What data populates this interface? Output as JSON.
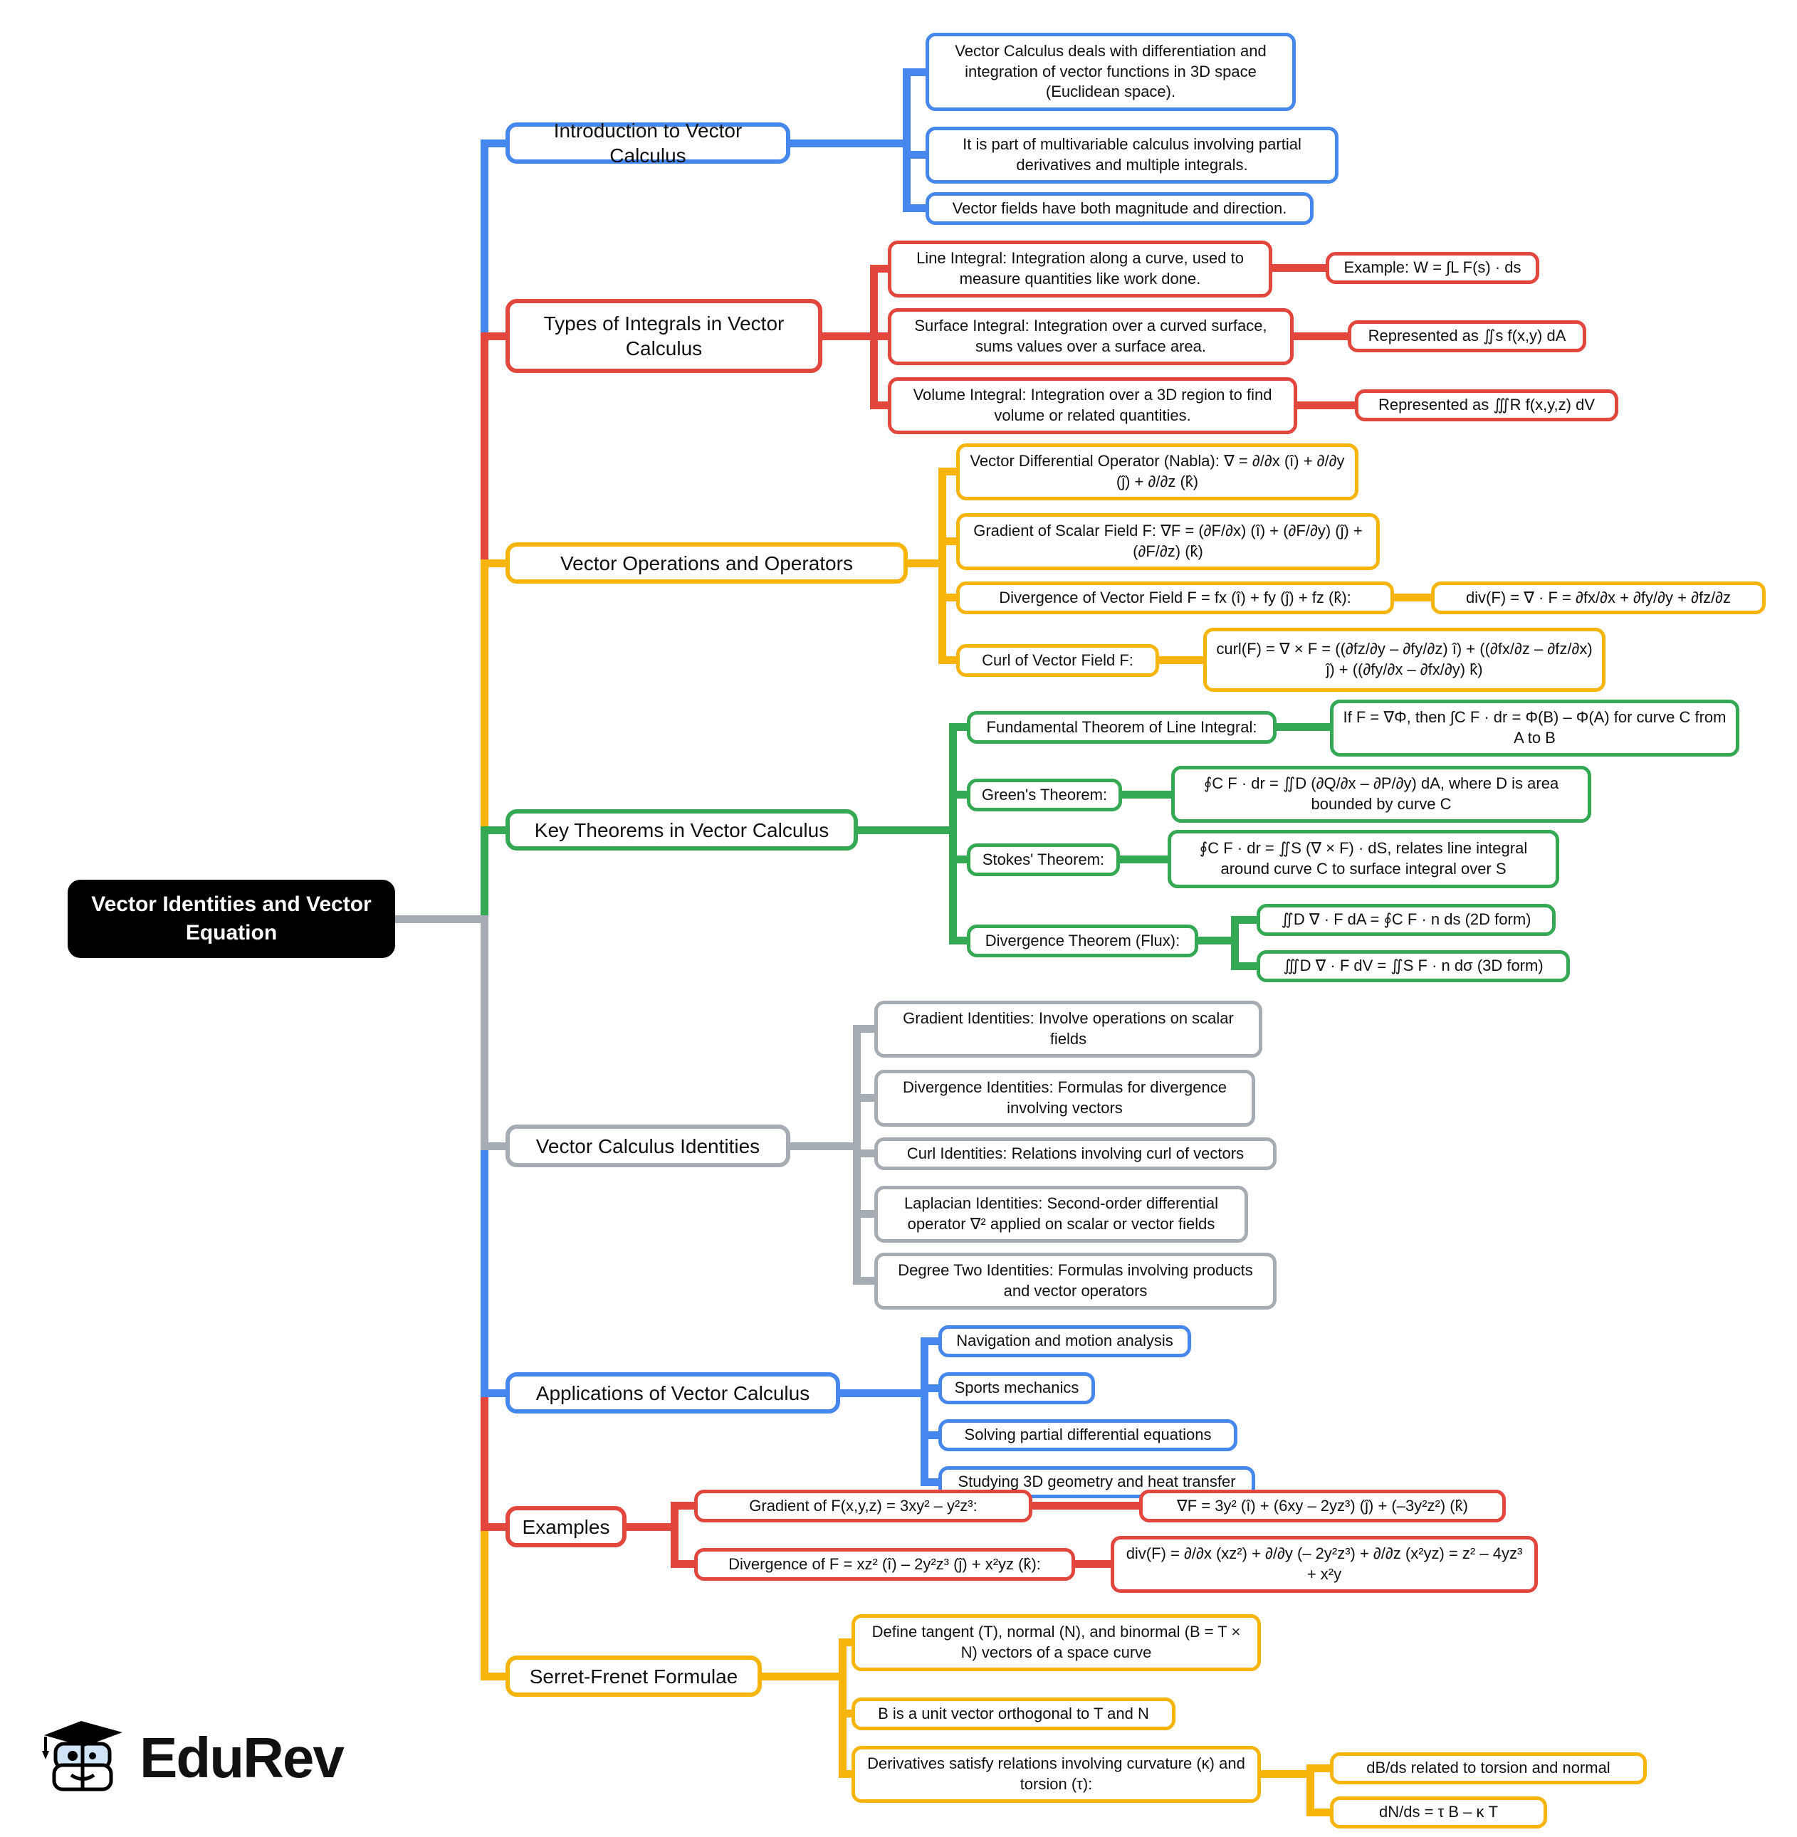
{
  "root": {
    "label": "Vector Identities and Vector Equation"
  },
  "colors": {
    "blue": "#4687EE",
    "red": "#E2463C",
    "yellow": "#F7B50C",
    "green": "#35A853",
    "gray": "#A6ACB4",
    "root_bg": "#000000",
    "node_bg": "#FFFFFF"
  },
  "branches": [
    {
      "label": "Introduction to Vector Calculus",
      "color": "blue",
      "children": [
        {
          "text": "Vector Calculus deals with differentiation and integration of vector functions in 3D space (Euclidean space)."
        },
        {
          "text": "It is part of multivariable calculus involving partial derivatives and multiple integrals."
        },
        {
          "text": "Vector fields have both magnitude and direction."
        }
      ]
    },
    {
      "label": "Types of Integrals in Vector Calculus",
      "color": "red",
      "children": [
        {
          "text": "Line Integral: Integration along a curve, used to measure quantities like work done.",
          "subs": [
            "Example: W = ∫L F(s) · ds"
          ]
        },
        {
          "text": "Surface Integral: Integration over a curved surface, sums values over a surface area.",
          "subs": [
            "Represented as ∬s f(x,y) dA"
          ]
        },
        {
          "text": "Volume Integral: Integration over a 3D region to find volume or related quantities.",
          "subs": [
            "Represented as ∭R f(x,y,z) dV"
          ]
        }
      ]
    },
    {
      "label": "Vector Operations and Operators",
      "color": "yellow",
      "children": [
        {
          "text": "Vector Differential Operator (Nabla): ∇ = ∂/∂x (î) + ∂/∂y (ĵ) + ∂/∂z (k̂)"
        },
        {
          "text": "Gradient of Scalar Field F: ∇F = (∂F/∂x) (î) + (∂F/∂y) (ĵ) + (∂F/∂z) (k̂)"
        },
        {
          "text": "Divergence of Vector Field F = fx (î) + fy (ĵ) + fz (k̂):",
          "subs": [
            "div(F) = ∇ · F = ∂fx/∂x + ∂fy/∂y + ∂fz/∂z"
          ]
        },
        {
          "text": "Curl of Vector Field F:",
          "subs": [
            "curl(F) = ∇ × F = ((∂fz/∂y – ∂fy/∂z) î) + ((∂fx/∂z – ∂fz/∂x) ĵ) + ((∂fy/∂x – ∂fx/∂y) k̂)"
          ]
        }
      ]
    },
    {
      "label": "Key Theorems in Vector Calculus",
      "color": "green",
      "children": [
        {
          "text": "Fundamental Theorem of Line Integral:",
          "subs": [
            "If F = ∇Φ, then ∫C F · dr = Φ(B) – Φ(A) for curve C from A to B"
          ]
        },
        {
          "text": "Green's Theorem:",
          "subs": [
            "∮C F · dr = ∬D (∂Q/∂x – ∂P/∂y) dA, where D is area bounded by curve C"
          ]
        },
        {
          "text": "Stokes' Theorem:",
          "subs": [
            "∮C F · dr = ∬S (∇ × F) · dS, relates line integral around curve C to surface integral over S"
          ]
        },
        {
          "text": "Divergence Theorem (Flux):",
          "subs": [
            "∬D ∇ · F dA = ∮C F · n ds (2D form)",
            "∭D ∇ · F dV = ∬S F · n dσ (3D form)"
          ]
        }
      ]
    },
    {
      "label": "Vector Calculus Identities",
      "color": "gray",
      "children": [
        {
          "text": "Gradient Identities: Involve operations on scalar fields"
        },
        {
          "text": "Divergence Identities: Formulas for divergence involving vectors"
        },
        {
          "text": "Curl Identities: Relations involving curl of vectors"
        },
        {
          "text": "Laplacian Identities: Second-order differential operator ∇² applied on scalar or vector fields"
        },
        {
          "text": "Degree Two Identities: Formulas involving products and vector operators"
        }
      ]
    },
    {
      "label": "Applications of Vector Calculus",
      "color": "blue",
      "children": [
        {
          "text": "Navigation and motion analysis"
        },
        {
          "text": "Sports mechanics"
        },
        {
          "text": "Solving partial differential equations"
        },
        {
          "text": "Studying 3D geometry and heat transfer"
        }
      ]
    },
    {
      "label": "Examples",
      "color": "red",
      "children": [
        {
          "text": "Gradient of F(x,y,z) = 3xy² – y²z³:",
          "subs": [
            "∇F = 3y² (î) + (6xy – 2yz³) (ĵ) + (–3y²z²) (k̂)"
          ]
        },
        {
          "text": "Divergence of F = xz² (î) – 2y²z³ (ĵ) + x²yz (k̂):",
          "subs": [
            "div(F) = ∂/∂x (xz²) + ∂/∂y (– 2y²z³) + ∂/∂z (x²yz) = z² – 4yz³ + x²y"
          ]
        }
      ]
    },
    {
      "label": "Serret-Frenet Formulae",
      "color": "yellow",
      "children": [
        {
          "text": "Define tangent (T), normal (N), and binormal (B = T × N) vectors of a space curve"
        },
        {
          "text": "B is a unit vector orthogonal to T and N"
        },
        {
          "text": "Derivatives satisfy relations involving curvature (κ) and torsion (τ):",
          "subs": [
            "dB/ds related to torsion and normal",
            "dN/ds = τ B – κ T"
          ]
        }
      ]
    },
    {
      "label": ""
    }
  ],
  "logo": {
    "brand": "EduRev"
  }
}
